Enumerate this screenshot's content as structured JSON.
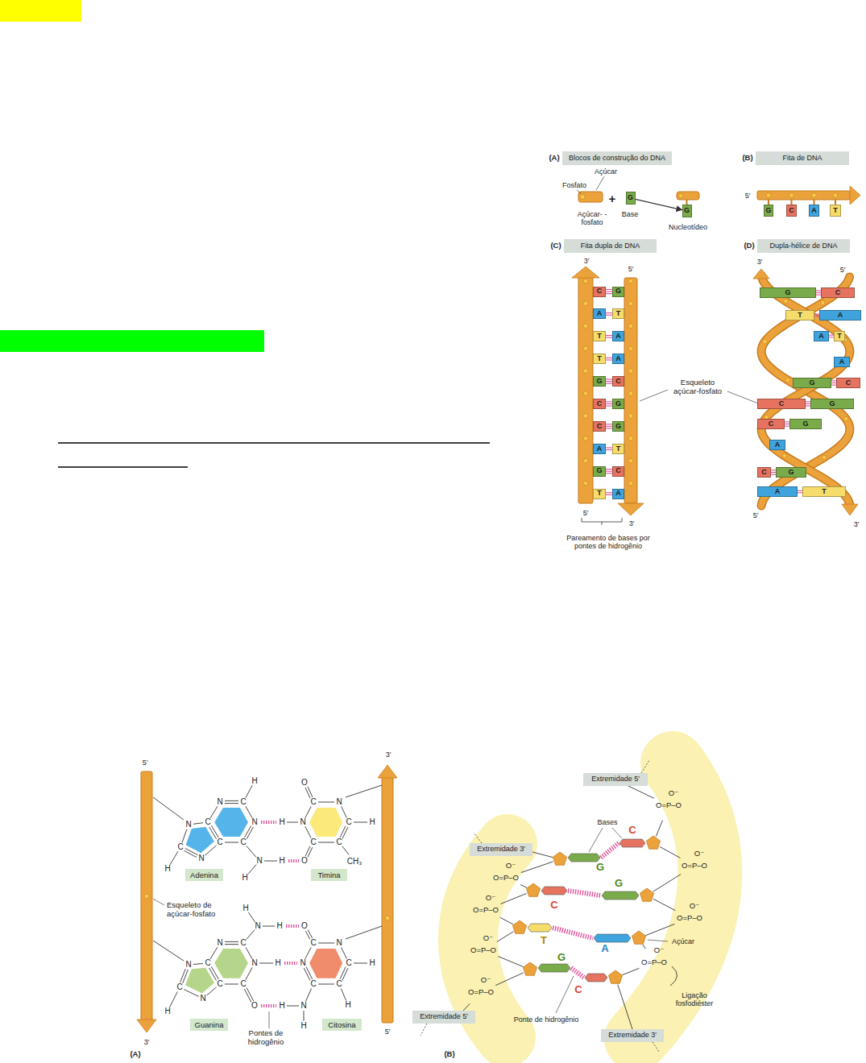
{
  "diagram": {
    "nodes": [
      {
        "text": [
          "Blocos de construção do DNA"
        ]
      },
      {
        "text": [
          "Fita de DNA"
        ]
      },
      {
        "text": [
          "G"
        ]
      },
      {
        "text": [
          "G"
        ]
      },
      {
        "text": [
          "G"
        ]
      },
      {
        "text": [
          "C"
        ]
      },
      {
        "text": [
          "A"
        ]
      },
      {
        "text": [
          "T"
        ]
      },
      {
        "text": [
          "Fita dupla de DNA"
        ]
      },
      {
        "text": [
          "Dupla-hélice de DNA"
        ]
      },
      {
        "text": [
          "C"
        ]
      },
      {
        "text": [
          "G"
        ]
      },
      {
        "text": [
          "A"
        ]
      },
      {
        "text": [
          "T"
        ]
      },
      {
        "text": [
          "T"
        ]
      },
      {
        "text": [
          "A"
        ]
      },
      {
        "text": [
          "T"
        ]
      },
      {
        "text": [
          "A"
        ]
      },
      {
        "text": [
          "G"
        ]
      },
      {
        "text": [
          "C"
        ]
      },
      {
        "text": [
          "C"
        ]
      },
      {
        "text": [
          "G"
        ]
      },
      {
        "text": [
          "C"
        ]
      },
      {
        "text": [
          "G"
        ]
      },
      {
        "text": [
          "A"
        ]
      },
      {
        "text": [
          "T"
        ]
      },
      {
        "text": [
          "G"
        ]
      },
      {
        "text": [
          "C"
        ]
      },
      {
        "text": [
          "T"
        ]
      },
      {
        "text": [
          "A"
        ]
      },
      {
        "text": [
          "G"
        ]
      },
      {
        "text": [
          "C"
        ]
      },
      {
        "text": [
          "T"
        ]
      },
      {
        "text": [
          "A"
        ]
      },
      {
        "text": [
          "A"
        ]
      },
      {
        "text": [
          "T"
        ]
      },
      {
        "text": [
          "A"
        ]
      },
      {
        "text": [
          "G"
        ]
      },
      {
        "text": [
          "C"
        ]
      },
      {
        "text": [
          "C"
        ]
      },
      {
        "text": [
          "G"
        ]
      },
      {
        "text": [
          "C"
        ]
      },
      {
        "text": [
          "G"
        ]
      },
      {
        "text": [
          "A"
        ]
      },
      {
        "text": [
          "C"
        ]
      },
      {
        "text": [
          "G"
        ]
      },
      {
        "text": [
          "A"
        ]
      },
      {
        "text": [
          "T"
        ]
      },
      {
        "text": [
          "Extremidade 5′"
        ]
      },
      {
        "text": [
          "Extremidade 3′"
        ]
      },
      {
        "text": [
          "Adenina"
        ]
      },
      {
        "text": [
          "Timina"
        ]
      },
      {
        "text": [
          "Guanina"
        ]
      },
      {
        "text": [
          "Citosina"
        ]
      },
      {
        "text": [
          "Extremidade 5′"
        ]
      },
      {
        "text": [
          "Extremidade 3′"
        ]
      }
    ],
    "edges": [
      {
        "from": 2,
        "to": 3,
        "arrow": "to"
      },
      {
        "from": 10,
        "to": 11,
        "arrow": "none"
      },
      {
        "from": 12,
        "to": 13,
        "arrow": "none"
      },
      {
        "from": 14,
        "to": 15,
        "arrow": "none"
      },
      {
        "from": 16,
        "to": 17,
        "arrow": "none"
      },
      {
        "from": 18,
        "to": 19,
        "arrow": "none"
      },
      {
        "from": 20,
        "to": 21,
        "arrow": "none"
      },
      {
        "from": 22,
        "to": 23,
        "arrow": "none"
      },
      {
        "from": 24,
        "to": 25,
        "arrow": "none"
      },
      {
        "from": 26,
        "to": 27,
        "arrow": "none"
      },
      {
        "from": 28,
        "to": 29,
        "arrow": "none"
      },
      {
        "from": 30,
        "to": 31,
        "arrow": "none"
      },
      {
        "from": 32,
        "to": 33,
        "arrow": "none"
      },
      {
        "from": 34,
        "to": 35,
        "arrow": "none"
      },
      {
        "from": 37,
        "to": 38,
        "arrow": "none"
      },
      {
        "from": 39,
        "to": 40,
        "arrow": "none"
      },
      {
        "from": 41,
        "to": 42,
        "arrow": "none"
      },
      {
        "from": 44,
        "to": 45,
        "arrow": "none"
      },
      {
        "from": 46,
        "to": 47,
        "arrow": "none"
      }
    ],
    "labels": [
      "(A)",
      "Açúcar",
      "Fosfato",
      "+",
      "Açúcar- -fosfato",
      "Base",
      "Nucleotídeo",
      "(B)",
      "5′",
      "(C)",
      "3′",
      "5′",
      "5′",
      "3′",
      "Pareamento de bases por pontes de hidrogênio",
      "Esqueleto açúcar-fosfato",
      "(D)",
      "3′",
      "5′",
      "5′",
      "3′",
      "5′",
      "3′",
      "3′",
      "5′",
      "(A)",
      "Esqueleto de açúcar-fosfato",
      "Pontes de hidrogênio",
      "H",
      "N",
      "C",
      "N",
      "C",
      "C",
      "C",
      "N",
      "C",
      "N",
      "H",
      "N",
      "H",
      "H",
      "O",
      "C",
      "N",
      "C",
      "H",
      "C",
      "C",
      "N",
      "H",
      "O",
      "CH₃",
      "H",
      "N",
      "H",
      "N",
      "C",
      "N",
      "H",
      "C",
      "C",
      "C",
      "N",
      "C",
      "N",
      "H",
      "O",
      "O",
      "C",
      "N",
      "C",
      "H",
      "C",
      "H",
      "C",
      "N",
      "N",
      "H",
      "H",
      "(B)",
      "Bases",
      "C",
      "G",
      "G",
      "C",
      "T",
      "A",
      "G",
      "C",
      "Açúcar",
      "Ligação fosfodiéster",
      "Ponte de hidrogênio",
      "O⁻",
      "O=P–O",
      "O⁻",
      "O=P–O",
      "O⁻",
      "O=P–O",
      "O⁻",
      "O=P–O",
      "O⁻",
      "O=P–O",
      "O⁻",
      "O=P–O",
      "O⁻",
      "O=P–O",
      "O⁻",
      "O=P–O"
    ]
  }
}
